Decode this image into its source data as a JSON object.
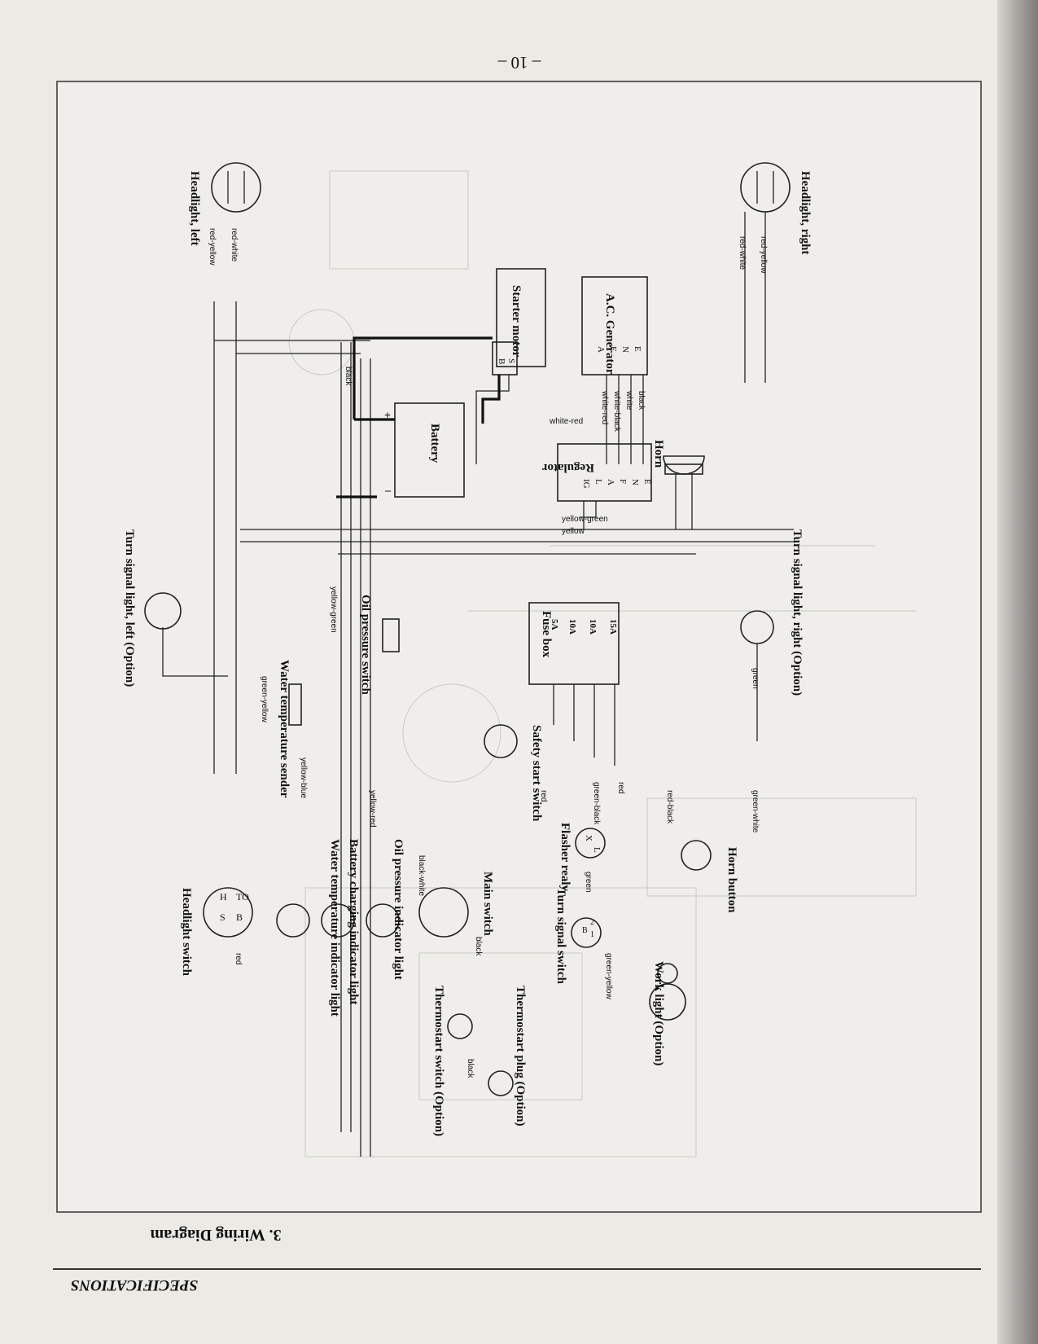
{
  "page": {
    "number": "– 10 –",
    "section_title": "3. Wiring Diagram",
    "footer": "SPECIFICATIONS"
  },
  "components": {
    "headlight_right": "Headlight, right",
    "headlight_left": "Headlight, left",
    "ac_generator": "A.C. Generator",
    "generator_terminals": [
      "E",
      "N",
      "F",
      "A"
    ],
    "starter_motor": "Starter motor",
    "starter_terminals": [
      "S",
      "B"
    ],
    "battery": "Battery",
    "battery_terminals": [
      "+",
      "–"
    ],
    "horn": "Horn",
    "regulator": "Regulator",
    "regulator_terminals": [
      "E",
      "N",
      "F",
      "A",
      "L",
      "IG"
    ],
    "turn_signal_right": "Turn signal light, right (Option)",
    "turn_signal_left": "Turn signal light, left (Option)",
    "fuse_box": "Fuse box",
    "fuses": [
      "15A",
      "10A",
      "10A",
      "5A"
    ],
    "oil_pressure_switch": "Oil pressure switch",
    "water_temp_sender": "Water temperature sender",
    "horn_button": "Horn button",
    "flasher_relay": "Flasher realy",
    "flasher_terminals": [
      "X",
      "L"
    ],
    "safety_start_switch": "Safety start switch",
    "oil_pressure_indicator": "Oil pressure indicator light",
    "battery_charging_indicator": "Battery charging indicator light",
    "water_temp_indicator": "Water temperature indicator light",
    "headlight_switch": "Headlight switch",
    "headlight_switch_terminals": [
      "S",
      "B",
      "H",
      "TO"
    ],
    "turn_signal_switch": "Turn signal switch",
    "turn_switch_terminals": [
      "1",
      "B",
      "2"
    ],
    "main_switch": "Main switch",
    "work_light": "Work light (Option)",
    "thermostart_plug": "Thermostart plug (Option)",
    "thermostart_switch": "Thermostart switch (Option)"
  },
  "wires": {
    "red_yellow": "red-yellow",
    "red_white": "red-white",
    "black": "black",
    "white": "white",
    "white_black": "white-black",
    "white_red": "white-red",
    "yellow_green": "yellow-green",
    "yellow": "yellow",
    "green": "green",
    "green_white": "green-white",
    "red_black": "red-black",
    "red": "red",
    "green_black": "green-black",
    "green_yellow": "green-yellow",
    "yellow_red": "yellow-red",
    "yellow_blue": "yellow-blue",
    "green_yellow_sender": "green-yellow",
    "black_white": "black-white"
  }
}
